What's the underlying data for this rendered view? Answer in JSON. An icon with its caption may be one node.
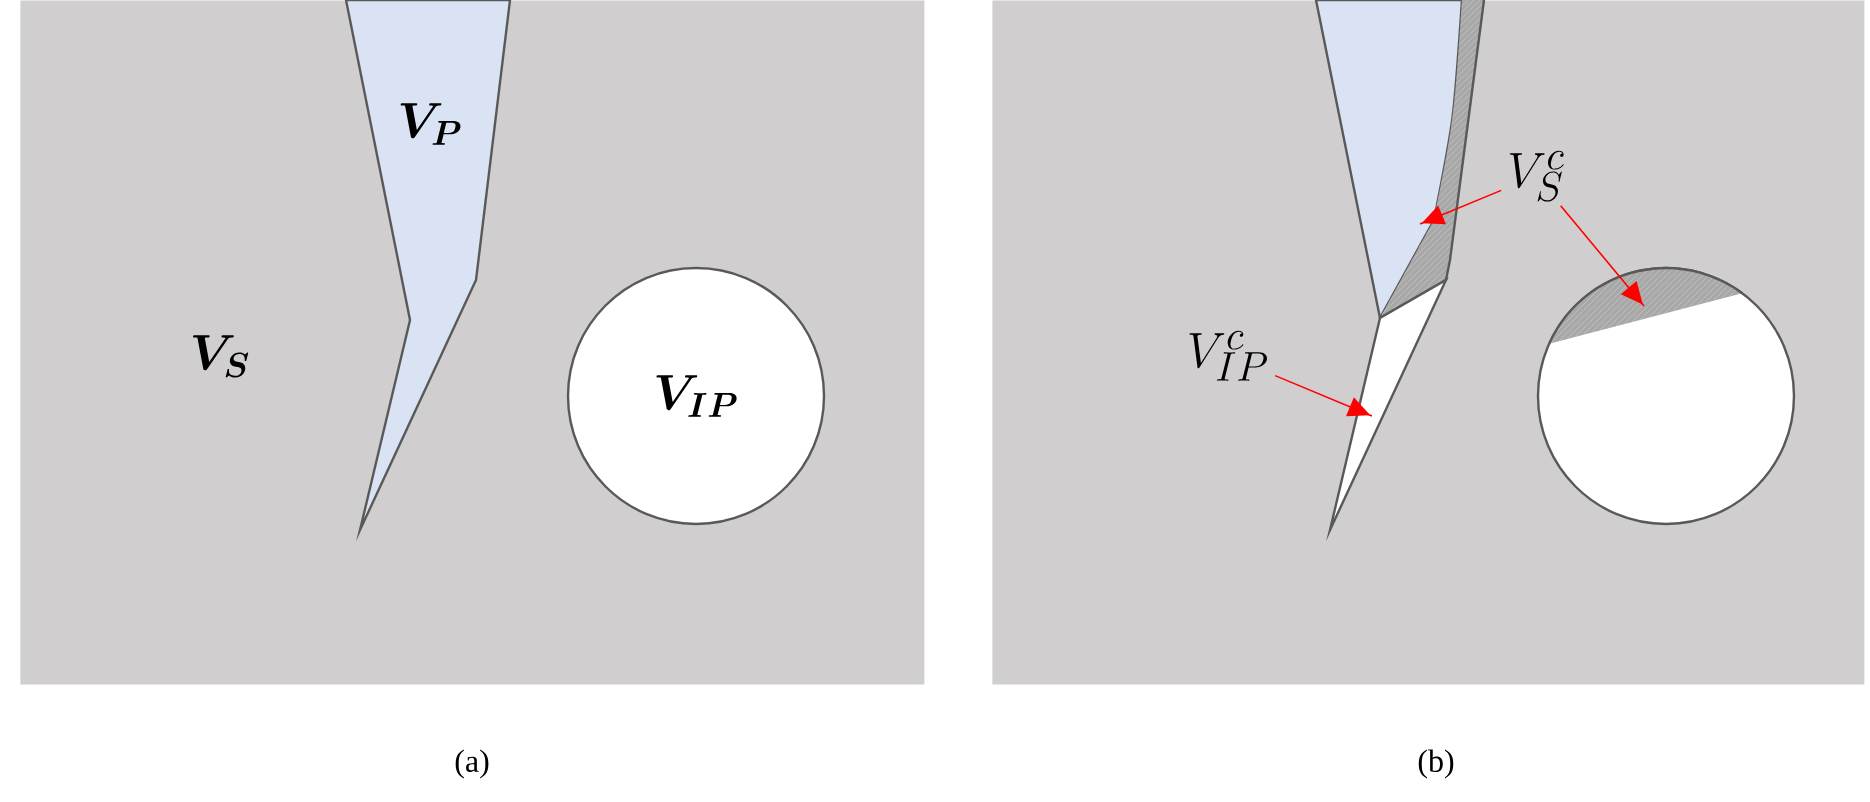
{
  "diagram": {
    "nodes": [
      {
        "text": [
          "V_{S}"
        ]
      },
      {
        "text": [
          "V_{P}"
        ],
        "in": 0
      },
      {
        "text": [
          "V_{IP}"
        ],
        "in": 0
      },
      {
        "text": [],
        "shape": "box"
      },
      {
        "text": [],
        "shape": "wedge",
        "in": 3
      },
      {
        "text": [],
        "shape": "strip",
        "in": 3
      },
      {
        "text": [],
        "shape": "wedge",
        "in": 3
      },
      {
        "text": [],
        "shape": "circle",
        "in": 3
      },
      {
        "text": [],
        "shape": "segment",
        "in": 7
      },
      {
        "text": [
          "V_{S}^{c}"
        ],
        "in": 3
      },
      {
        "text": [
          "V_{IP}^{c}"
        ],
        "in": 3
      }
    ],
    "edges": [
      {
        "from": 9,
        "to": 5,
        "arrow": "to"
      },
      {
        "from": 9,
        "to": 8,
        "arrow": "to"
      },
      {
        "from": 10,
        "to": 6,
        "arrow": "to"
      }
    ],
    "labels": [
      "(a)",
      "(b)"
    ]
  }
}
